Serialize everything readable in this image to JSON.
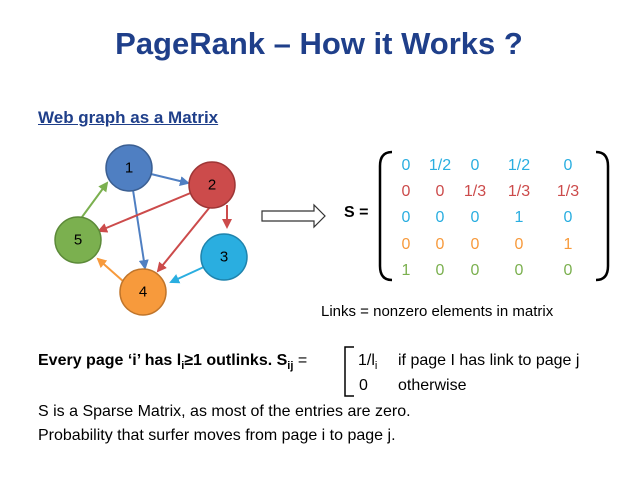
{
  "title": "PageRank – How it Works ?",
  "subtitle": "Web graph as a Matrix",
  "graph": {
    "nodes": [
      {
        "id": "1",
        "label": "1",
        "color": "#4f7fc2"
      },
      {
        "id": "2",
        "label": "2",
        "color": "#cc4b4b"
      },
      {
        "id": "3",
        "label": "3",
        "color": "#2aaee0"
      },
      {
        "id": "4",
        "label": "4",
        "color": "#f79a3c"
      },
      {
        "id": "5",
        "label": "5",
        "color": "#7bb04f"
      }
    ]
  },
  "matrix": {
    "label": "S =",
    "rows": [
      {
        "color": "#2aaee0",
        "cells": [
          "0",
          "1/2",
          "0",
          "1/2",
          "0"
        ]
      },
      {
        "color": "#cc4b4b",
        "cells": [
          "0",
          "0",
          "1/3",
          "1/3",
          "1/3"
        ]
      },
      {
        "color": "#2aaee0",
        "cells": [
          "0",
          "0",
          "0",
          "1",
          "0"
        ]
      },
      {
        "color": "#f79a3c",
        "cells": [
          "0",
          "0",
          "0",
          "0",
          "1"
        ]
      },
      {
        "color": "#7bb04f",
        "cells": [
          "1",
          "0",
          "0",
          "0",
          "0"
        ]
      }
    ],
    "caption": "Links = nonzero elements in matrix"
  },
  "definition": {
    "prefix": "Every page ‘i’ has l",
    "prefix_sub": "i",
    "suffix": "≥1 outlinks.  S",
    "s_sub": "ij",
    "eq": " =",
    "case1_value": "1/l",
    "case1_sub": "i",
    "case1_text": "if page I has link to page j",
    "case2_value": "0",
    "case2_text": "otherwise"
  },
  "notes": {
    "line1": "S is a Sparse Matrix, as most of the entries are zero.",
    "line2": "Probability that surfer moves from page i to page j."
  }
}
